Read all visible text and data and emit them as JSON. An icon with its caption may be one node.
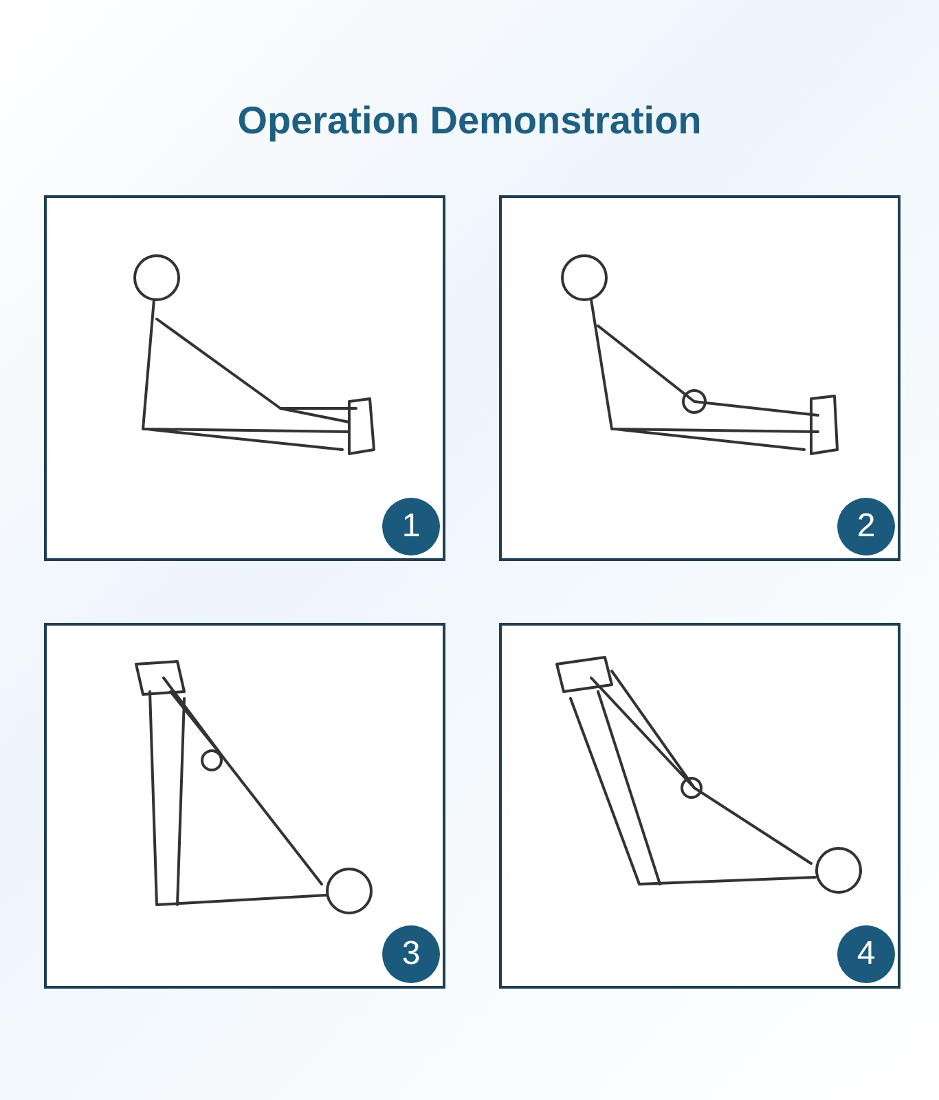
{
  "diagram": {
    "title": "Operation Demonstration",
    "nodes": [
      {
        "text": [
          "1"
        ]
      },
      {
        "text": [
          "2"
        ]
      },
      {
        "text": [
          "3"
        ]
      },
      {
        "text": [
          "4"
        ]
      }
    ]
  }
}
